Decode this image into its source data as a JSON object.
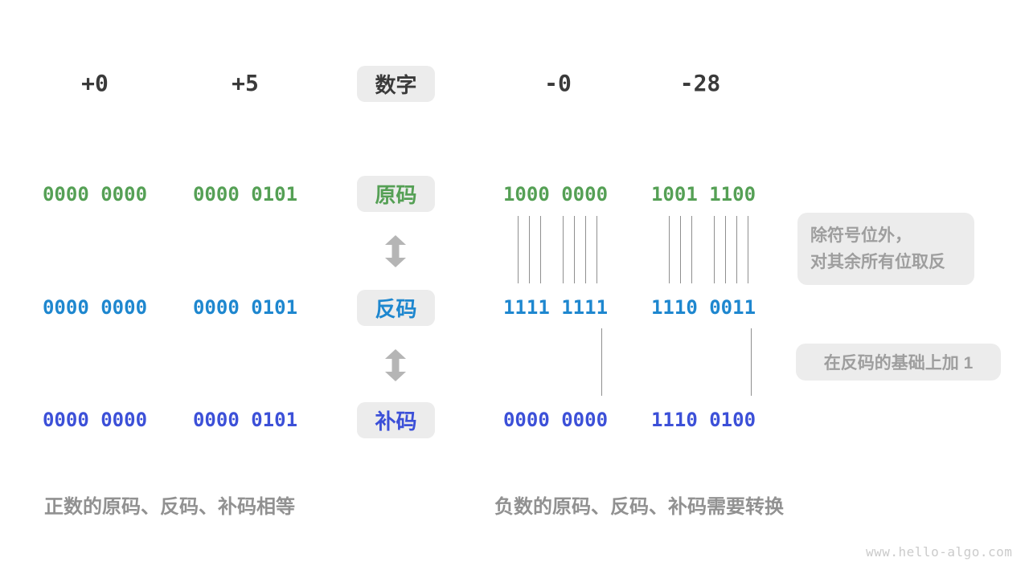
{
  "header": {
    "numbers": [
      "+0",
      "+5",
      "-0",
      "-28"
    ],
    "center_label": "数字"
  },
  "rows": [
    {
      "label": "原码",
      "color": "#55a055",
      "values": [
        "0000 0000",
        "0000 0101",
        "1000 0000",
        "1001 1100"
      ]
    },
    {
      "label": "反码",
      "color": "#1e87cf",
      "values": [
        "0000 0000",
        "0000 0101",
        "1111 1111",
        "1110 0011"
      ]
    },
    {
      "label": "补码",
      "color": "#3c50d8",
      "values": [
        "0000 0000",
        "0000 0101",
        "0000 0000",
        "1110 0100"
      ]
    }
  ],
  "annotations": {
    "invert_line1": "除符号位外，",
    "invert_line2": "对其余所有位取反",
    "add_one": "在反码的基础上加 1"
  },
  "captions": {
    "positive": "正数的原码、反码、补码相等",
    "negative": "负数的原码、反码、补码需要转换"
  },
  "watermark": "www.hello-algo.com",
  "colors": {
    "sign_magnitude": "#55a055",
    "ones_complement": "#1e87cf",
    "twos_complement": "#3c50d8",
    "pill_background": "#ececec",
    "annotation_text": "#9e9e9e",
    "caption_text": "#919191",
    "arrow": "#b5b5b5",
    "tick_line": "#8f8f8f"
  }
}
